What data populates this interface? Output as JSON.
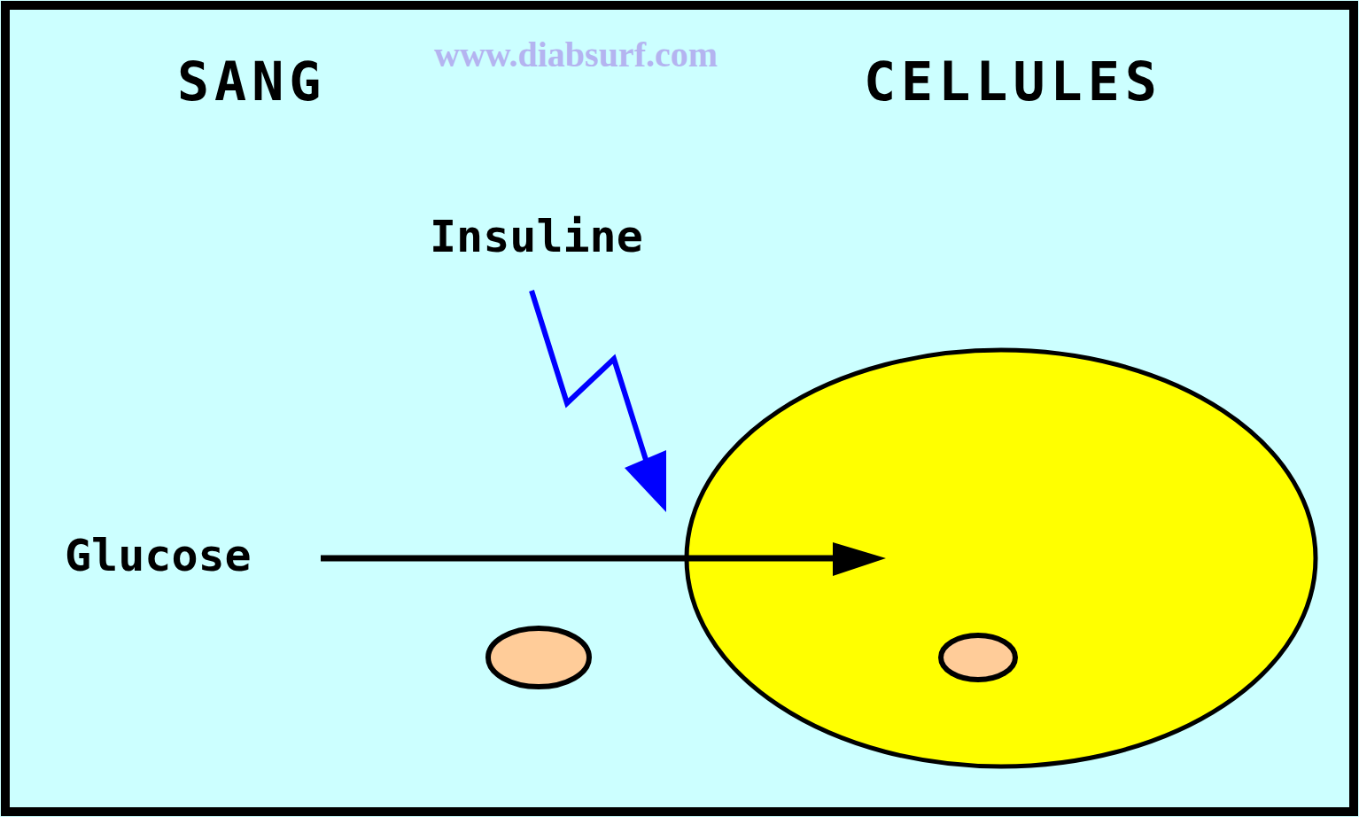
{
  "diagram": {
    "labels": [
      "SANG",
      "www.diabsurf.com",
      "CELLULES",
      "Insuline",
      "Glucose"
    ]
  }
}
